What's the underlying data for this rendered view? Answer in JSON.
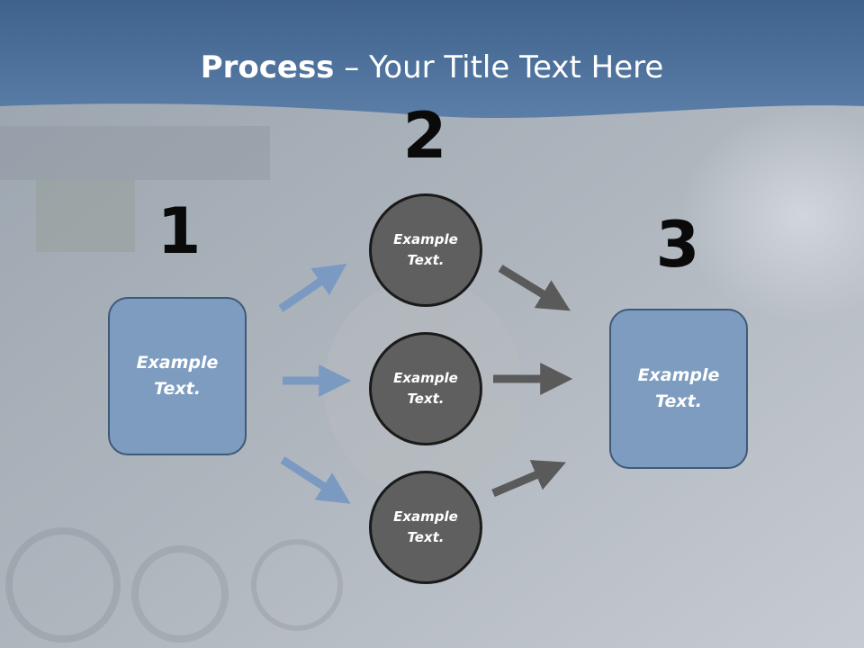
{
  "title": {
    "bold": "Process",
    "rest": " – Your Title Text Here"
  },
  "steps": {
    "one": "1",
    "two": "2",
    "three": "3"
  },
  "left_box": {
    "line1": "Example",
    "line2": "Text."
  },
  "right_box": {
    "line1": "Example",
    "line2": "Text."
  },
  "circles": [
    {
      "line1": "Example",
      "line2": "Text."
    },
    {
      "line1": "Example",
      "line2": "Text."
    },
    {
      "line1": "Example",
      "line2": "Text."
    }
  ],
  "colors": {
    "header_blue": "#4d6f97",
    "box_fill": "#7d9cc0",
    "box_border": "#3f5a78",
    "circle_fill": "#5f5f5f",
    "circle_border": "#1a1a1a",
    "arrow_blue": "#7b9ac2",
    "arrow_gray": "#5a5a5a"
  }
}
